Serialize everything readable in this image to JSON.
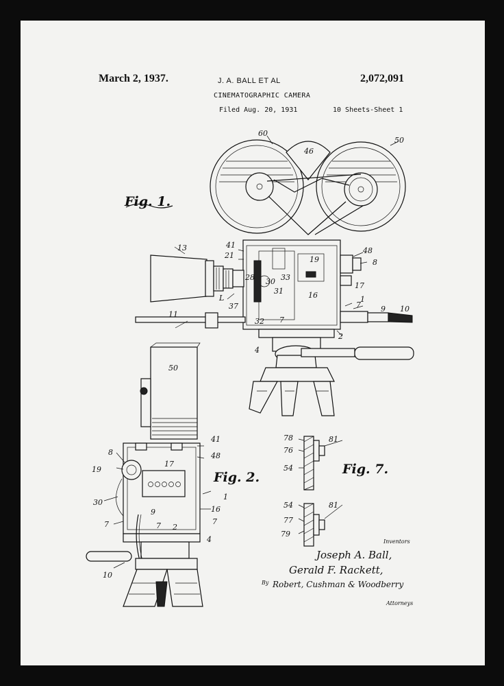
{
  "header": {
    "date": "March 2, 1937.",
    "inventors": "J. A. BALL ET AL",
    "patent_number": "2,072,091",
    "title": "CINEMATOGRAPHIC CAMERA",
    "filed": "Filed Aug. 20, 1931",
    "sheets": "10 Sheets-Sheet 1"
  },
  "figures": {
    "fig1": "Fig. 1.",
    "fig2": "Fig. 2.",
    "fig7": "Fig. 7."
  },
  "fig1_labels": [
    "60",
    "46",
    "50",
    "41",
    "21",
    "48",
    "8",
    "13",
    "28",
    "30",
    "33",
    "19",
    "17",
    "31",
    "16",
    "L",
    "37",
    "1",
    "9",
    "10",
    "11",
    "32",
    "7",
    "7",
    "2",
    "4"
  ],
  "fig2_labels": [
    "50",
    "8",
    "41",
    "48",
    "17",
    "19",
    "30",
    "1",
    "16",
    "9",
    "7",
    "7",
    "2",
    "7",
    "4",
    "10"
  ],
  "fig7_labels": [
    "78",
    "81",
    "76",
    "54",
    "54",
    "81",
    "77",
    "79"
  ],
  "signature_block": {
    "inventor_caption": "Inventors",
    "inventor_1": "Joseph A. Ball,",
    "inventor_2": "Gerald F. Rackett,",
    "by": "By",
    "attorneys_signature": "Robert, Cushman & Woodberry",
    "attorneys_caption": "Attorneys"
  },
  "colors": {
    "frame": "#0c0c0c",
    "paper": "#f3f3f1",
    "ink": "#111111"
  }
}
